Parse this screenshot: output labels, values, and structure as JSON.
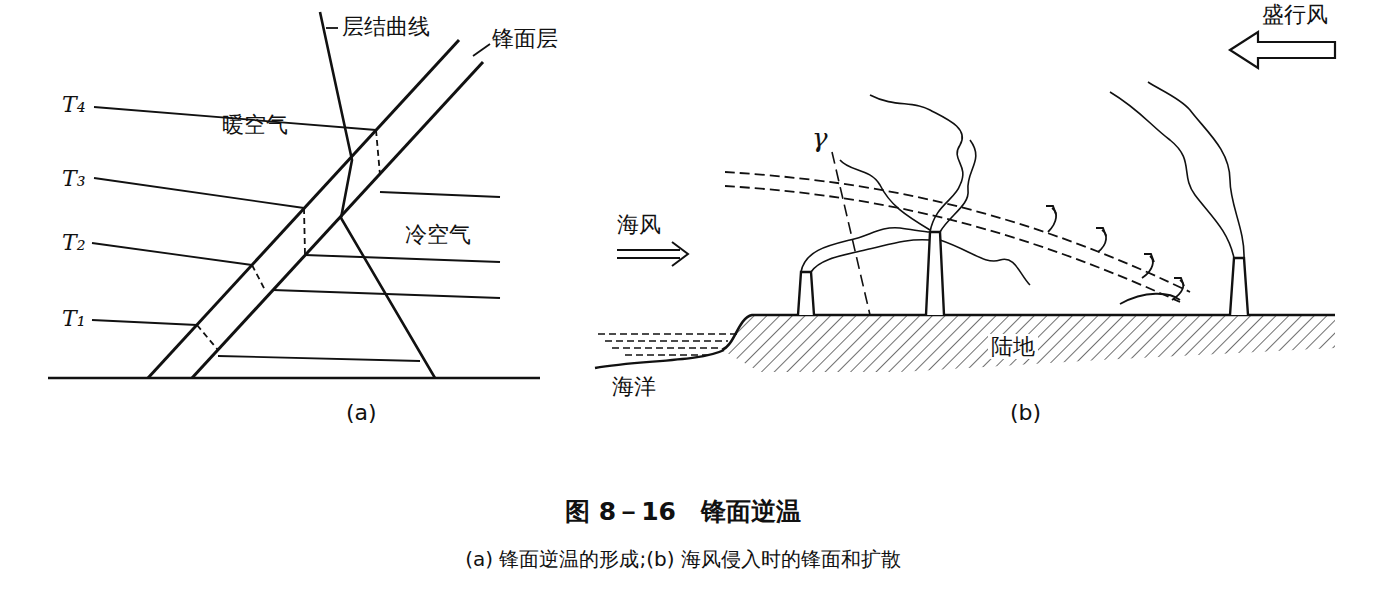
{
  "diagram": {
    "title": "图 8－16　锋面逆温",
    "caption": "(a) 锋面逆温的形成;(b) 海风侵入时的锋面和扩散",
    "labels": [
      "层结曲线",
      "锋面层",
      "T₄",
      "暖空气",
      "T₃",
      "T₂",
      "冷空气",
      "T₁",
      "(a)",
      "γ",
      "盛行风",
      "海风",
      "海洋",
      "陆地",
      "(b)"
    ]
  }
}
